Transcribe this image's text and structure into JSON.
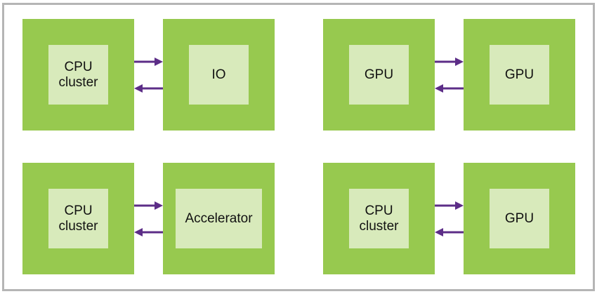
{
  "diagram": {
    "title": "",
    "colors": {
      "outer_box": "#97c94f",
      "inner_box": "#d8eabb",
      "arrow": "#5c2d87",
      "frame": "#b5b5b5"
    },
    "pairs": [
      {
        "left": {
          "label": "CPU\ncluster"
        },
        "right": {
          "label": "IO"
        },
        "arrows": [
          "left-to-right",
          "right-to-left"
        ]
      },
      {
        "left": {
          "label": "GPU"
        },
        "right": {
          "label": "GPU"
        },
        "arrows": [
          "left-to-right",
          "right-to-left"
        ]
      },
      {
        "left": {
          "label": "CPU\ncluster"
        },
        "right": {
          "label": "Accelerator"
        },
        "arrows": [
          "left-to-right",
          "right-to-left"
        ]
      },
      {
        "left": {
          "label": "CPU\ncluster"
        },
        "right": {
          "label": "GPU"
        },
        "arrows": [
          "left-to-right",
          "right-to-left"
        ]
      }
    ]
  }
}
